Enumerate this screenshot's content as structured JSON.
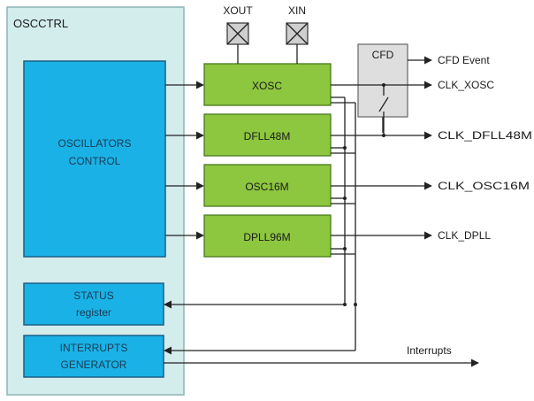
{
  "container": {
    "title": "OSCCTRL"
  },
  "blocks": {
    "control_line1": "OSCILLATORS",
    "control_line2": "CONTROL",
    "status_line1": "STATUS",
    "status_line2": "register",
    "interrupts_line1": "INTERRUPTS",
    "interrupts_line2": "GENERATOR"
  },
  "oscillators": [
    {
      "label": "XOSC"
    },
    {
      "label": "DFLL48M"
    },
    {
      "label": "OSC16M"
    },
    {
      "label": "DPLL96M"
    }
  ],
  "pins": {
    "xout": "XOUT",
    "xin": "XIN"
  },
  "cfd": {
    "label": "CFD"
  },
  "outputs": {
    "cfd_event": "CFD Event",
    "clk_xosc": "CLK_XOSC",
    "clk_dfll48m": "CLK_DFLL48M",
    "clk_osc16m": "CLK_OSC16M",
    "clk_dpll": "CLK_DPLL",
    "interrupts": "Interrupts"
  },
  "colors": {
    "container_fill": "#d3ecec",
    "container_border": "#8eb4b4",
    "control_fill": "#1ab2e6",
    "control_border": "#1a5f86",
    "osc_fill": "#8dc63f",
    "osc_border": "#4a7a1e",
    "cfd_fill": "#dedede",
    "pin_fill": "#cfcfcf"
  }
}
